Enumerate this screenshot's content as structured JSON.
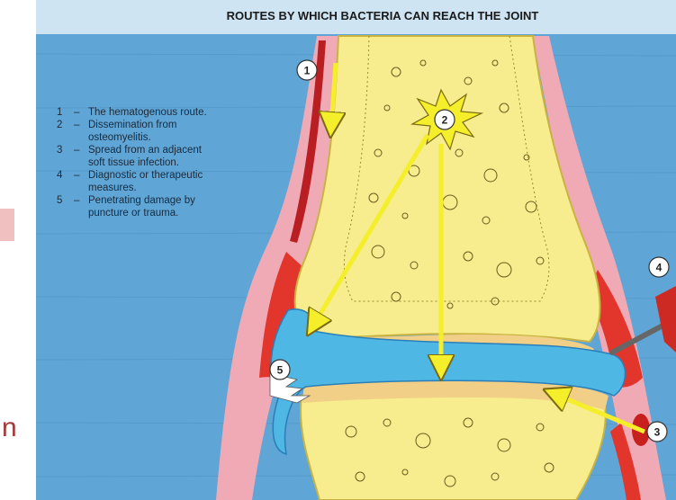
{
  "title": "ROUTES BY WHICH BACTERIA CAN REACH THE JOINT",
  "legend": [
    {
      "num": "1",
      "lines": [
        "The hematogenous route."
      ]
    },
    {
      "num": "2",
      "lines": [
        "Dissemination from",
        "osteomyelitis."
      ]
    },
    {
      "num": "3",
      "lines": [
        "Spread from an adjacent",
        "soft tissue infection."
      ]
    },
    {
      "num": "4",
      "lines": [
        "Diagnostic or therapeutic",
        "measures."
      ]
    },
    {
      "num": "5",
      "lines": [
        "Penetrating damage by",
        "puncture or trauma."
      ]
    }
  ],
  "legend_dash": "–",
  "markers": [
    "1",
    "2",
    "3",
    "4",
    "5"
  ],
  "edge_fragment": "n",
  "colors": {
    "background": "#5fa5d6",
    "title_band": "#cfe4f3",
    "bone": "#f7ec8e",
    "bone_edge": "#c9b441",
    "cartilage": "#f2cf86",
    "synovial": "#4fb7e4",
    "capsule_pink": "#f0aab5",
    "muscle_red": "#e2362c",
    "arrow_yellow": "#f5ee2a"
  }
}
